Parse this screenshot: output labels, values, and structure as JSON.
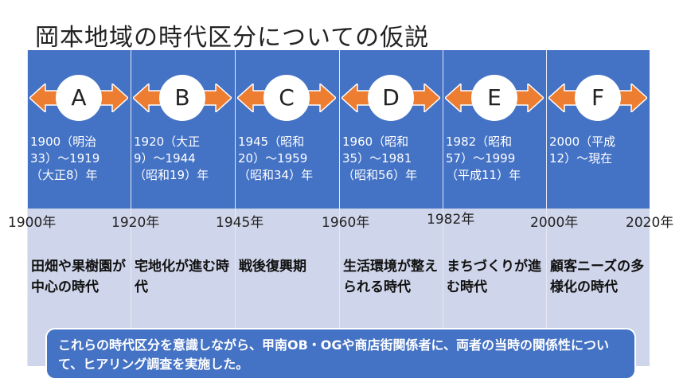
{
  "title": "岡本地域の時代区分についての仮説",
  "periods": [
    {
      "letter": "A",
      "range": "1900（明治\n33）～1919\n（大正8）年",
      "desc": "田畑や果樹園が中心の時代"
    },
    {
      "letter": "B",
      "range": "1920（大正\n9）～1944\n（昭和19）年",
      "desc": "宅地化が進む時代"
    },
    {
      "letter": "C",
      "range": "1945（昭和\n20）～1959\n（昭和34）年",
      "desc": "戦後復興期"
    },
    {
      "letter": "D",
      "range": "1960（昭和\n35）～1981\n（昭和56）年",
      "desc": "生活環境が整えられる時代"
    },
    {
      "letter": "E",
      "range": "1982（昭和\n57）～1999\n（平成11）年",
      "desc": "まちづくりが進む時代"
    },
    {
      "letter": "F",
      "range": "2000（平成\n12）～現在",
      "desc": "顧客ニーズの多様化の時代"
    }
  ],
  "years": [
    "1900年",
    "1920年",
    "1945年",
    "1960年",
    "1982年",
    "2000年",
    "2020年"
  ],
  "callout": "これらの時代区分を意識しながら、甲南OB・OGや商店街関係者に、両者の当時の関係性について、ヒアリング調査を実施した。",
  "colors": {
    "blue": "#4472c4",
    "lavender": "#cfd5ea",
    "arrow": "#ed7d31"
  }
}
